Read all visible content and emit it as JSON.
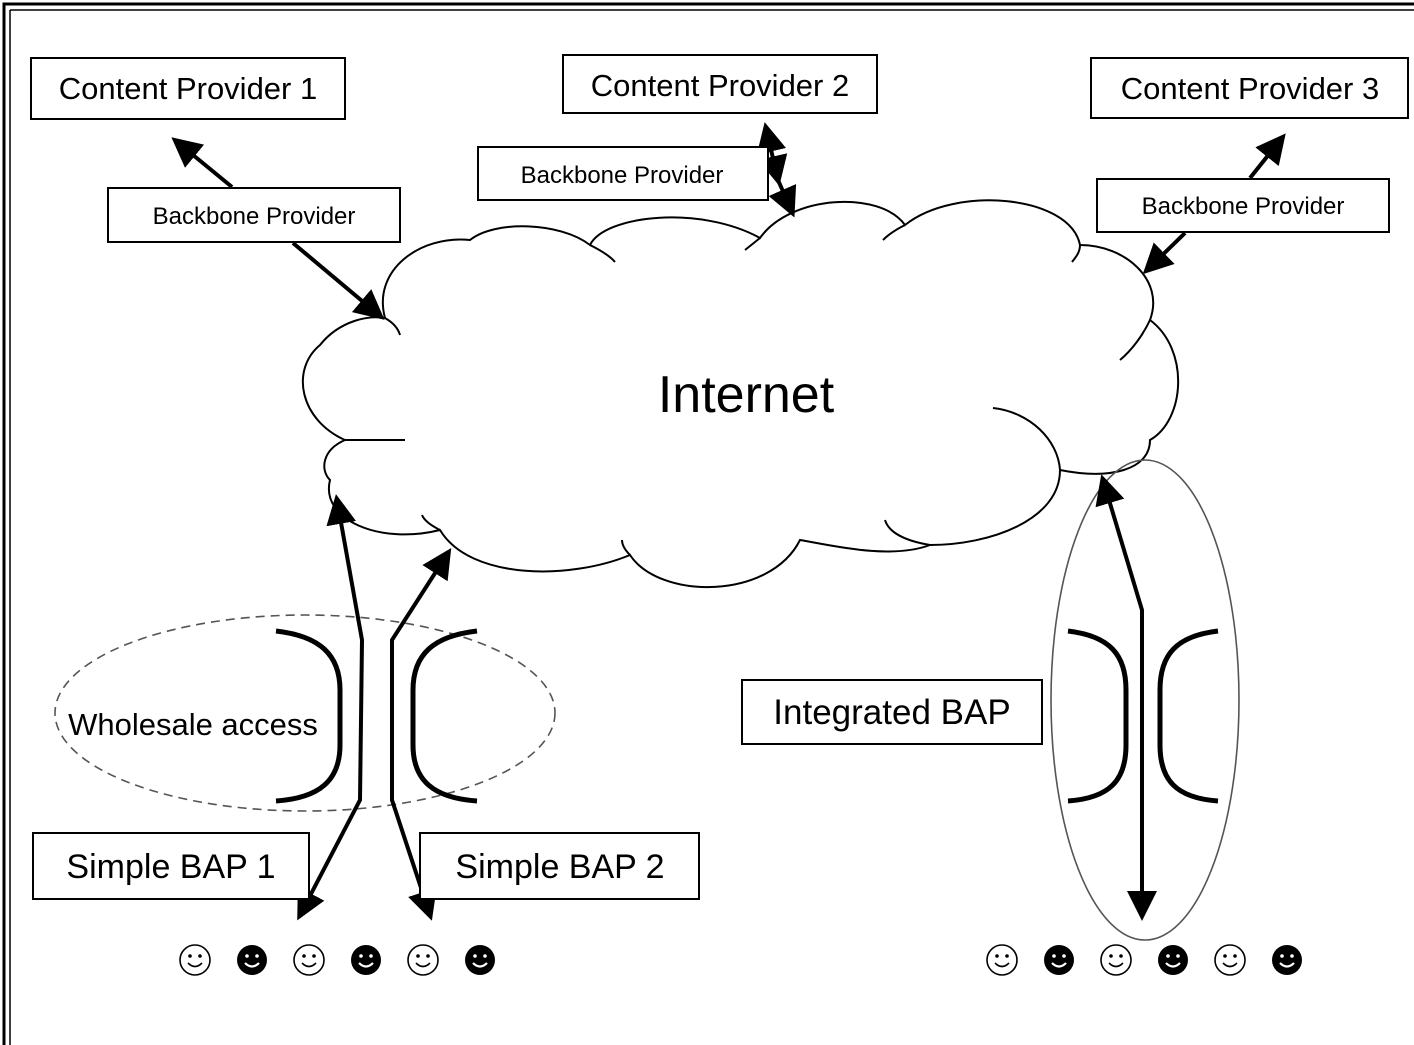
{
  "content_providers": {
    "cp1": "Content Provider 1",
    "cp2": "Content Provider 2",
    "cp3": "Content Provider 3"
  },
  "backbone_providers": {
    "bb1": "Backbone Provider",
    "bb2": "Backbone Provider",
    "bb3": "Backbone Provider"
  },
  "cloud": {
    "label": "Internet"
  },
  "access": {
    "wholesale": "Wholesale access",
    "simple_bap_1": "Simple BAP 1",
    "simple_bap_2": "Simple BAP 2",
    "integrated_bap": "Integrated BAP"
  },
  "users": {
    "left_group": [
      "light",
      "dark",
      "light",
      "dark",
      "light",
      "dark"
    ],
    "right_group": [
      "light",
      "dark",
      "light",
      "dark",
      "light",
      "dark"
    ]
  }
}
